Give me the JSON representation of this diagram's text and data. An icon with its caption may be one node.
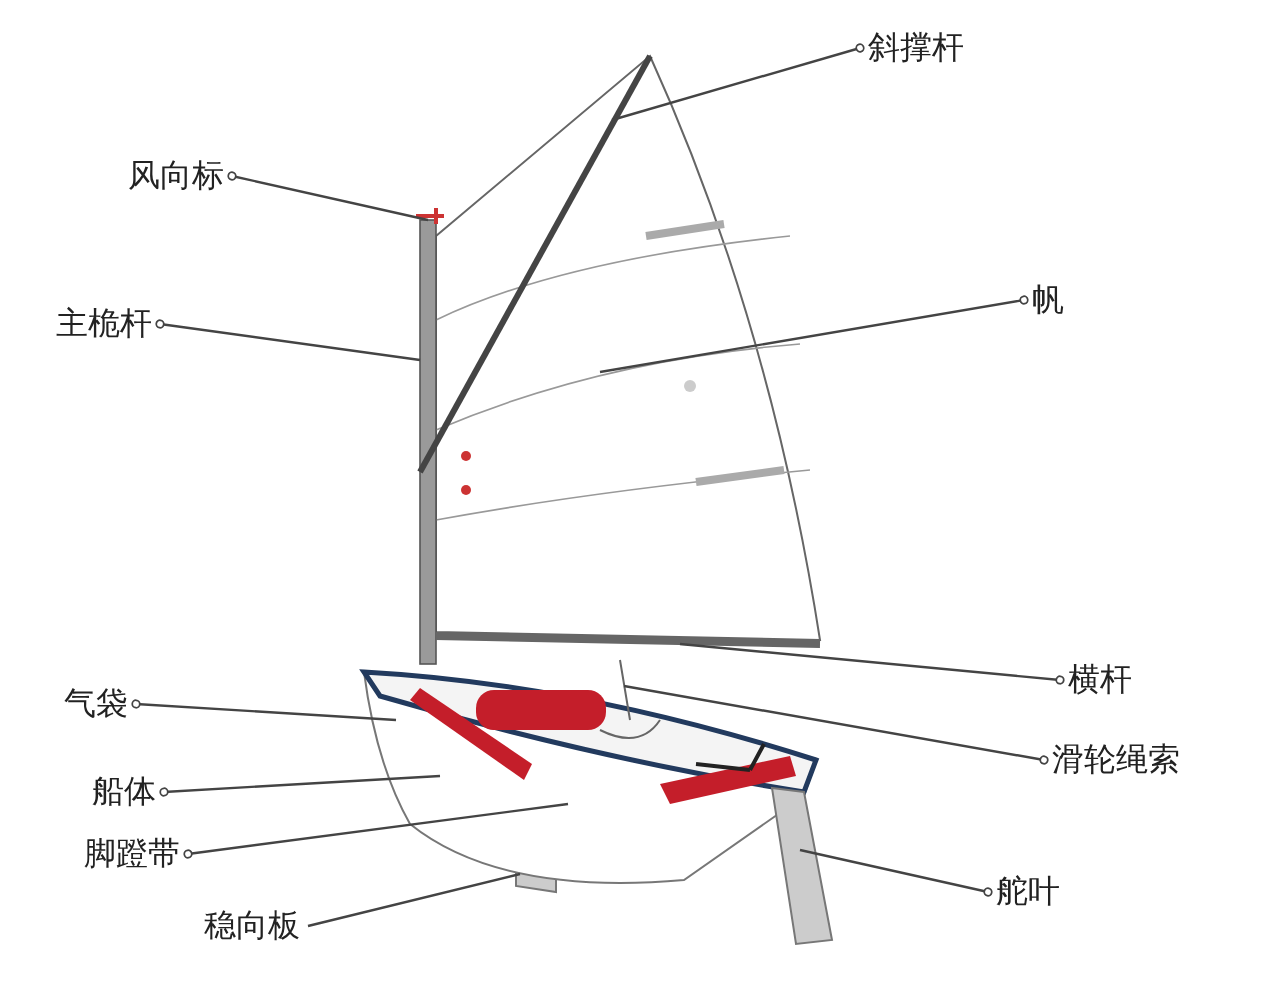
{
  "diagram": {
    "nodes": [
      {
        "text": [
          "斜撑杆"
        ]
      },
      {
        "text": [
          "风向标"
        ]
      },
      {
        "text": [
          "主桅杆"
        ]
      },
      {
        "text": [
          "帆"
        ]
      },
      {
        "text": [
          "横杆"
        ]
      },
      {
        "text": [
          "气袋"
        ]
      },
      {
        "text": [
          "滑轮绳索"
        ]
      },
      {
        "text": [
          "船体"
        ]
      },
      {
        "text": [
          "脚蹬带"
        ]
      },
      {
        "text": [
          "稳向板"
        ]
      },
      {
        "text": [
          "舵叶"
        ]
      }
    ],
    "edges": [
      {
        "from": 0,
        "to": null,
        "arrow": "other"
      },
      {
        "from": 1,
        "to": null,
        "arrow": "other"
      },
      {
        "from": 2,
        "to": null,
        "arrow": "other"
      },
      {
        "from": 3,
        "to": null,
        "arrow": "other"
      },
      {
        "from": 4,
        "to": null,
        "arrow": "other"
      },
      {
        "from": 5,
        "to": null,
        "arrow": "other"
      },
      {
        "from": 6,
        "to": null,
        "arrow": "other"
      },
      {
        "from": 7,
        "to": null,
        "arrow": "other"
      },
      {
        "from": 8,
        "to": null,
        "arrow": "other"
      },
      {
        "from": 9,
        "to": null,
        "arrow": "none"
      },
      {
        "from": 10,
        "to": null,
        "arrow": "other"
      }
    ]
  }
}
